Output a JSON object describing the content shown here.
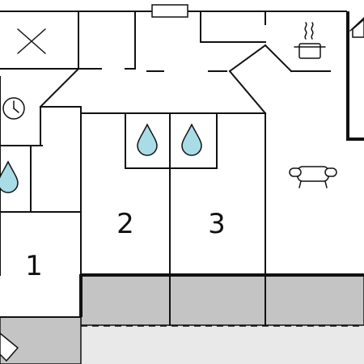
{
  "rooms": [
    {
      "label": "1"
    },
    {
      "label": "2"
    },
    {
      "label": "3"
    }
  ],
  "icons": {
    "fireplace": "cross-icon",
    "heating": "clock-icon",
    "bath_left": "water-drop-icon",
    "bath_center_left": "water-drop-icon",
    "bath_center_right": "water-drop-icon",
    "kitchen": "cooking-pot-icon",
    "living": "sofa-icon",
    "exit": "house-icon",
    "entrance": "entrance-arrow-icon"
  },
  "colors": {
    "wall": "#111111",
    "terrace": "#c4c4c4",
    "lawn": "#e9e9e9",
    "water": "#a8dce6",
    "background": "#ffffff"
  }
}
